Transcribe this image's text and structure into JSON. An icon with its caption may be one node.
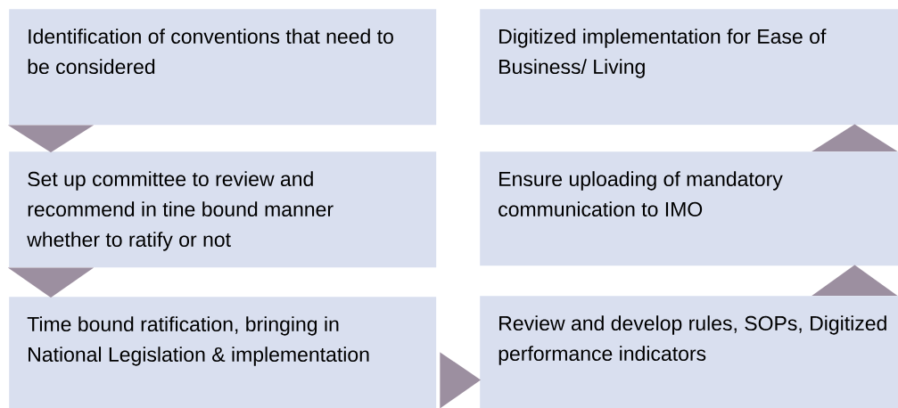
{
  "diagram": {
    "nodes": [
      {
        "text": [
          "Identification of conventions that need to be considered"
        ]
      },
      {
        "text": [
          "Set up committee to review and recommend in tine bound manner whether to ratify or not"
        ]
      },
      {
        "text": [
          "Time bound ratification, bringing in National Legislation & implementation"
        ]
      },
      {
        "text": [
          "Digitized implementation for Ease of Business/ Living"
        ]
      },
      {
        "text": [
          "Ensure uploading of mandatory communication to IMO"
        ]
      },
      {
        "text": [
          "Review and develop rules, SOPs, Digitized performance indicators"
        ]
      }
    ],
    "edges": [
      {
        "from": 0,
        "to": 1,
        "arrow": "to"
      },
      {
        "from": 1,
        "to": 2,
        "arrow": "to"
      },
      {
        "from": 2,
        "to": 5,
        "arrow": "to"
      },
      {
        "from": 5,
        "to": 4,
        "arrow": "to"
      },
      {
        "from": 4,
        "to": 3,
        "arrow": "to"
      }
    ]
  }
}
